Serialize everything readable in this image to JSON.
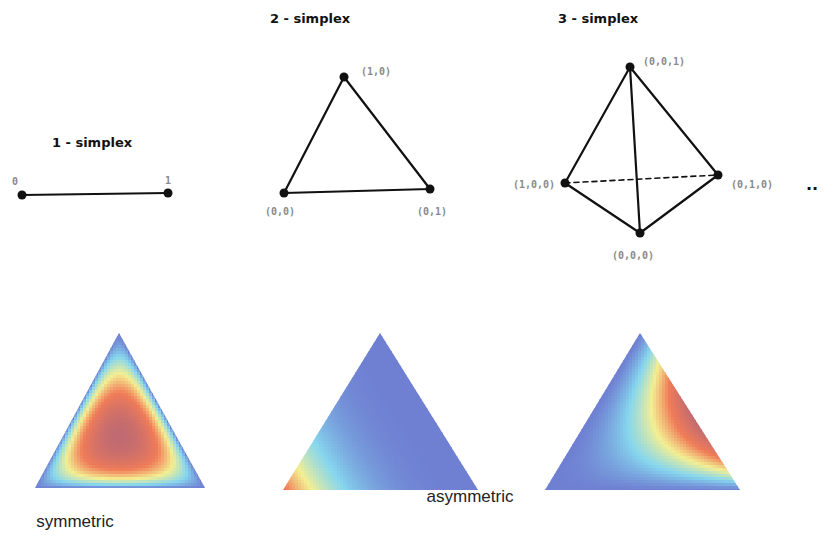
{
  "diagram": {
    "labels": [
      "1 - simplex",
      "0",
      "1",
      "2 - simplex",
      "(1,0)",
      "(0,0)",
      "(0,1)",
      "3 - simplex",
      "(0,0,1)",
      "(1,0,0)",
      "(0,1,0)",
      "(0,0,0)",
      "..",
      "symmetric",
      "asymmetric"
    ]
  }
}
